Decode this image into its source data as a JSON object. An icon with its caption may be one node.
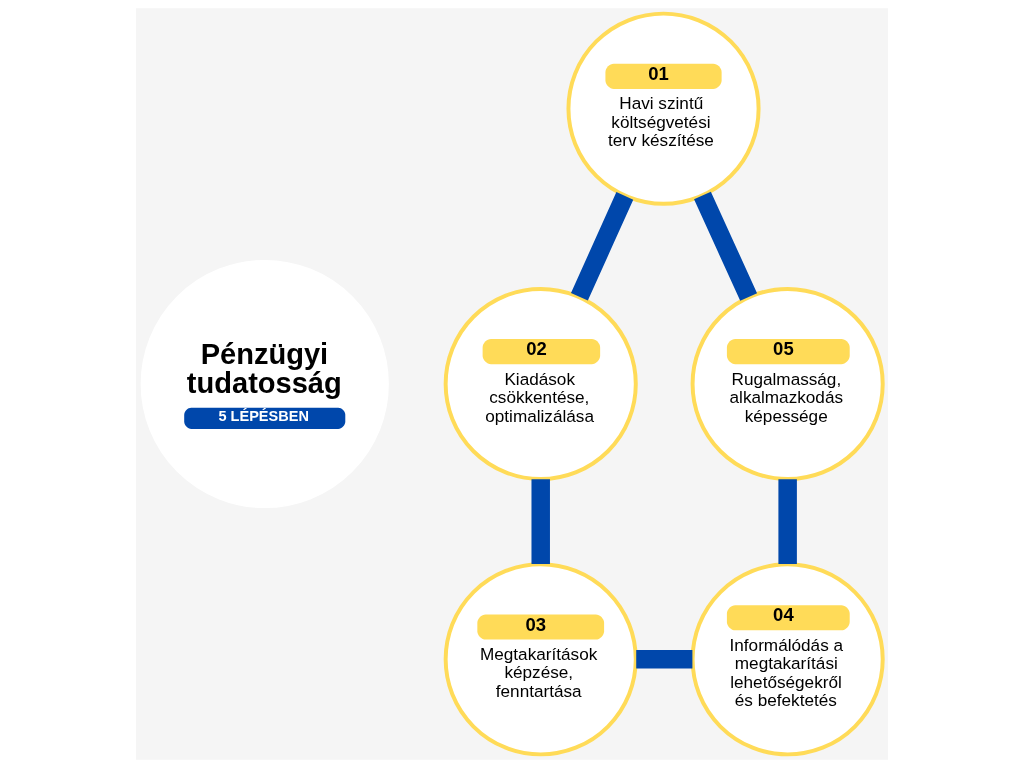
{
  "diagram": {
    "nodes": [
      {
        "text": [
          "Pénzügyi tudatosság",
          "5 LÉPÉSBEN"
        ]
      },
      {
        "text": [
          "01",
          "Havi szintű költségvetési terv készítése"
        ]
      },
      {
        "text": [
          "02",
          "Kiadások csökkentése, optimalizálása"
        ]
      },
      {
        "text": [
          "03",
          "Megtakarítások képzése, fenntartása"
        ]
      },
      {
        "text": [
          "04",
          "Informálódás a megtakarítási lehetőségekről és befektetés"
        ]
      },
      {
        "text": [
          "05",
          "Rugalmasság, alkalmazkodás képessége"
        ]
      }
    ],
    "edges": [
      {
        "from": 1,
        "to": 2,
        "arrow": "none"
      },
      {
        "from": 2,
        "to": 3,
        "arrow": "none"
      },
      {
        "from": 3,
        "to": 4,
        "arrow": "none"
      },
      {
        "from": 4,
        "to": 5,
        "arrow": "none"
      },
      {
        "from": 5,
        "to": 1,
        "arrow": "none"
      }
    ]
  }
}
